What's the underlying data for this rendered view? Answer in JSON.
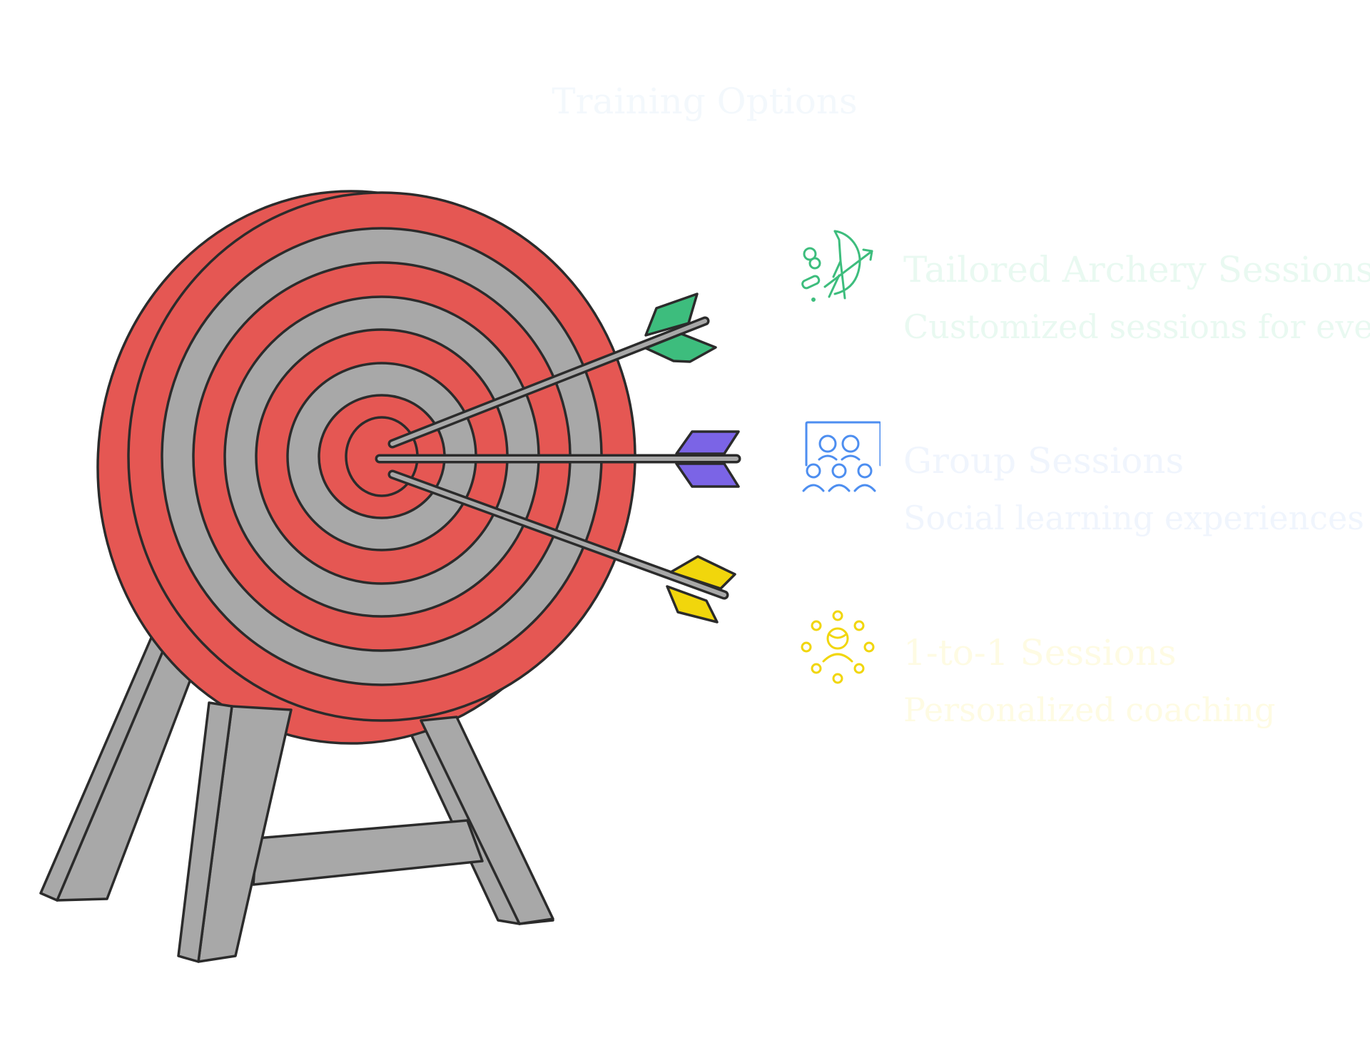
{
  "title": "Training Options",
  "options": [
    {
      "heading": "Tailored Archery Sessions",
      "description": "Customized sessions for events",
      "icon": "archer-icon",
      "color": "#3dbd7d"
    },
    {
      "heading": "Group Sessions",
      "description": "Social learning experiences",
      "icon": "group-icon",
      "color": "#4d8ef0"
    },
    {
      "heading": "1-to-1 Sessions",
      "description": "Personalized coaching",
      "icon": "coach-icon",
      "color": "#f1d60c"
    }
  ],
  "colors": {
    "target_red": "#e55753",
    "target_gray": "#a8a8a8",
    "outline": "#2b2b2b"
  }
}
